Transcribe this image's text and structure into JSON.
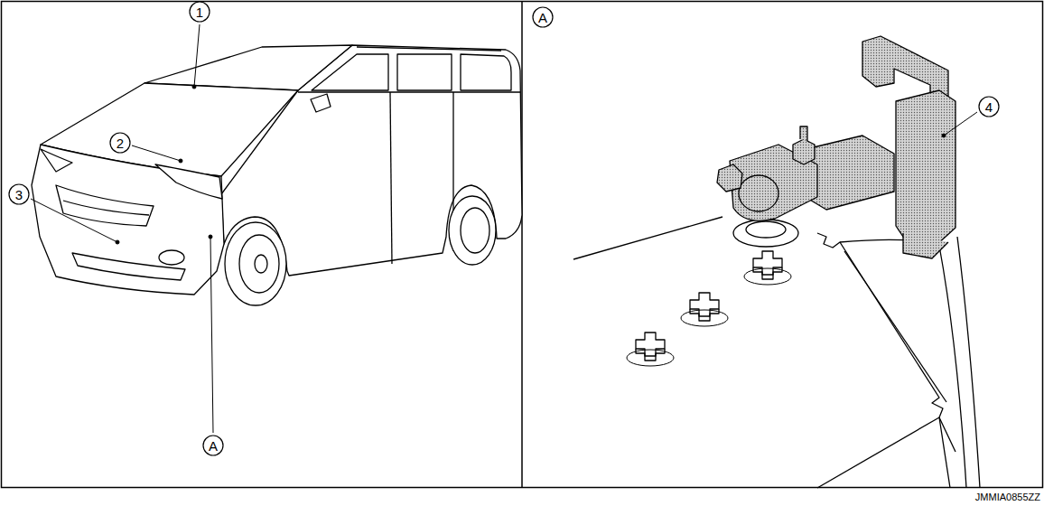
{
  "diagram": {
    "labels": [
      "1",
      "2",
      "3",
      "A",
      "A",
      "4",
      "JMMIA0855ZZ"
    ]
  }
}
